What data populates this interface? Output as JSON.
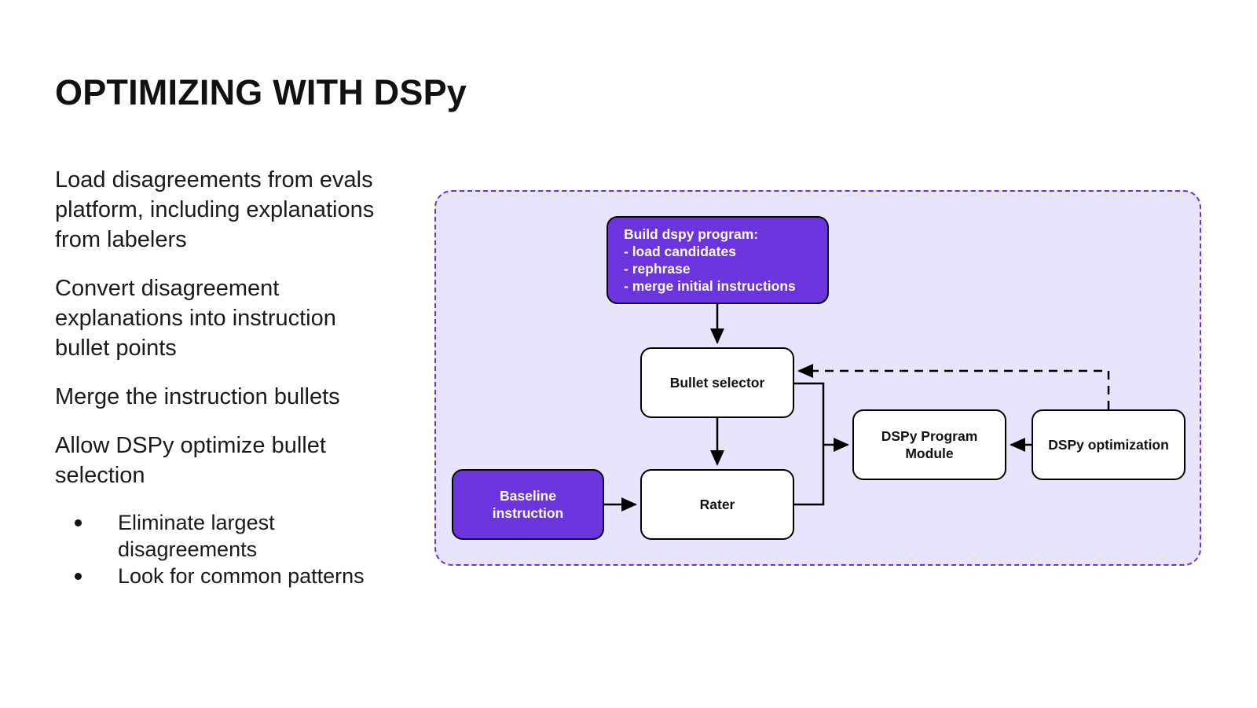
{
  "slide": {
    "title": "OPTIMIZING WITH DSPy"
  },
  "body": {
    "paragraphs": [
      "Load disagreements from evals platform, including explanations from labelers",
      "Convert disagreement explanations into instruction bullet points",
      "Merge the instruction bullets",
      "Allow DSPy optimize bullet selection"
    ],
    "sub_bullets": [
      "Eliminate largest disagreements",
      "Look for common patterns"
    ]
  },
  "diagram": {
    "nodes": [
      {
        "id": "build",
        "label": "Build dspy program:\n- load candidates\n- rephrase\n- merge initial instructions",
        "style": "purple"
      },
      {
        "id": "bullet",
        "label": "Bullet selector",
        "style": "white"
      },
      {
        "id": "rater",
        "label": "Rater",
        "style": "white"
      },
      {
        "id": "baseline",
        "label": "Baseline\ninstruction",
        "style": "purple"
      },
      {
        "id": "module",
        "label": "DSPy Program\nModule",
        "style": "white"
      },
      {
        "id": "optimize",
        "label": "DSPy optimization",
        "style": "white"
      }
    ],
    "edges": [
      {
        "from": "build",
        "to": "bullet",
        "type": "solid"
      },
      {
        "from": "bullet",
        "to": "rater",
        "type": "solid"
      },
      {
        "from": "baseline",
        "to": "rater",
        "type": "solid"
      },
      {
        "from": "bullet+rater",
        "to": "module",
        "type": "solid"
      },
      {
        "from": "optimize",
        "to": "module",
        "type": "solid"
      },
      {
        "from": "optimize",
        "to": "bullet",
        "type": "dashed"
      }
    ],
    "colors": {
      "panel_background": "#E8E4FC",
      "panel_border": "#6B34DC",
      "accent_purple": "#6B34DC",
      "node_fill": "#FFFFFF",
      "node_border": "#000000",
      "text": "#111111"
    }
  }
}
